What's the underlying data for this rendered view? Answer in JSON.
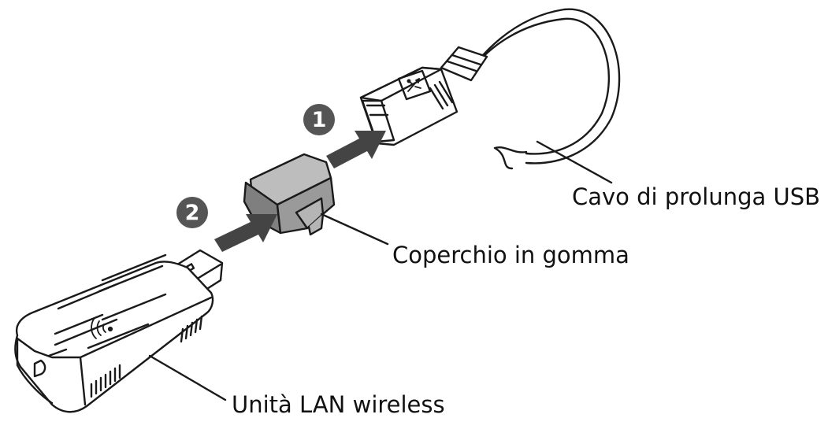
{
  "labels": {
    "cable": "Cavo di prolunga USB",
    "cover": "Coperchio in gomma",
    "unit": "Unità LAN wireless"
  },
  "steps": [
    "1",
    "2"
  ],
  "icons": [
    "usb-symbol-icon",
    "wireless-signal-icon",
    "arrow-right-icon"
  ],
  "colors": {
    "line": "#1a1a1a",
    "arrow": "#444444",
    "badge": "#555555",
    "cover_fill": "#8f8f8f",
    "cover_light": "#bdbdbd",
    "body_fill": "#ffffff"
  }
}
